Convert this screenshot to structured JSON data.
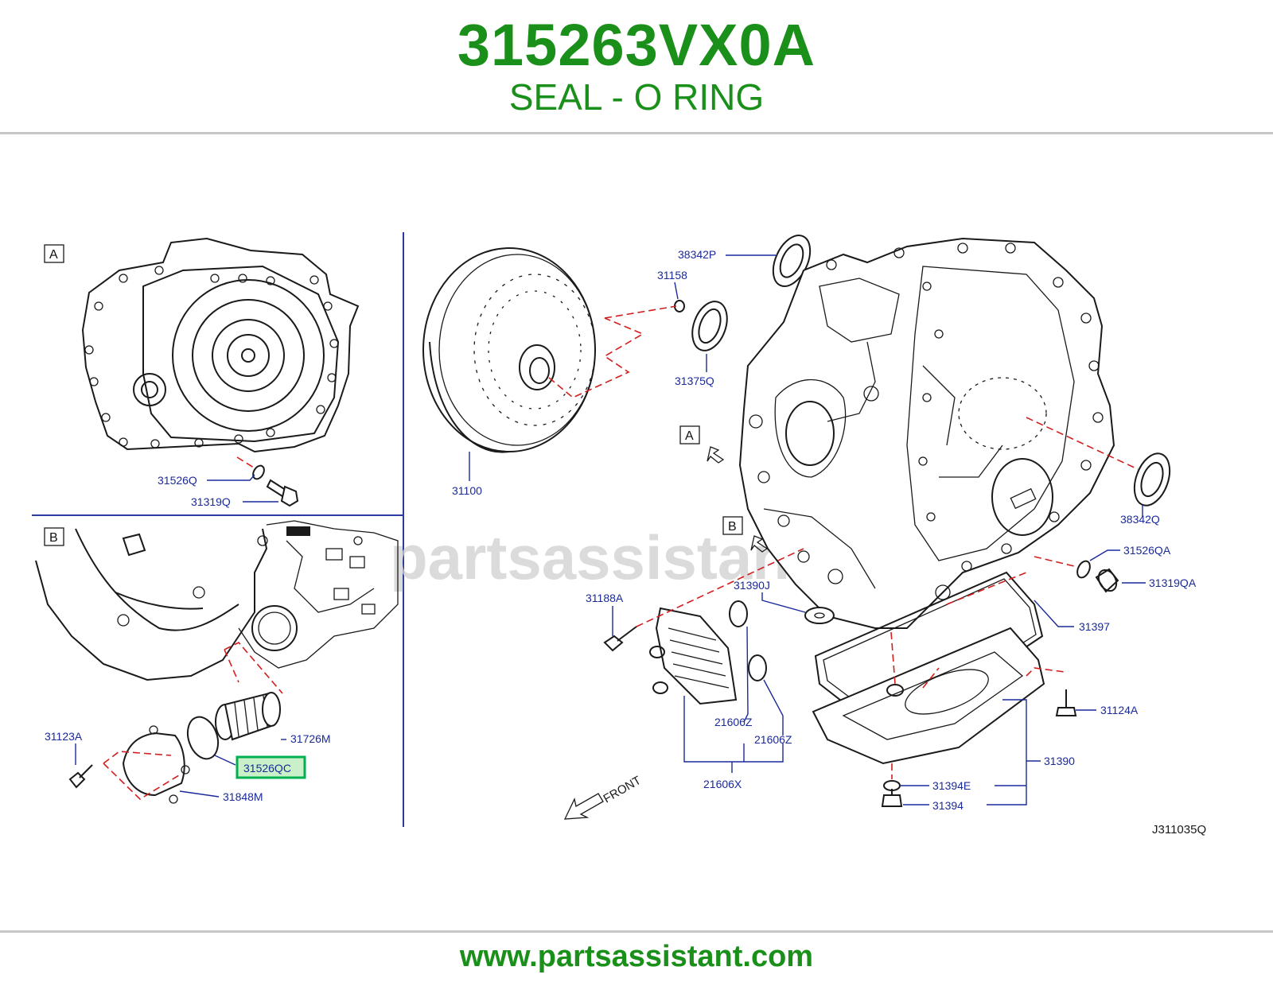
{
  "header": {
    "part_number": "315263VX0A",
    "part_name": "SEAL - O RING"
  },
  "footer": {
    "url": "www.partsassistant.com"
  },
  "watermark": "partsassistant.com",
  "colors": {
    "brand_green": "#1a8f1a",
    "callout_blue": "#1a2a9a",
    "highlight_green": "#00b050",
    "guide_red": "#d21e1e"
  },
  "diagram": {
    "code": "J311035Q",
    "views": {
      "a": "A",
      "b": "B"
    },
    "front_label": "FRONT",
    "highlighted_part": "31526QC",
    "callouts": {
      "p31526Q": "31526Q",
      "p31319Q": "31319Q",
      "p31123A": "31123A",
      "p31726M": "31726M",
      "p31526QC": "31526QC",
      "p31848M": "31848M",
      "p31100": "31100",
      "p38342P": "38342P",
      "p31158": "31158",
      "p31375Q": "31375Q",
      "p38342Q": "38342Q",
      "p31526QA": "31526QA",
      "p31319QA": "31319QA",
      "p31188A": "31188A",
      "p31390J": "31390J",
      "p31397": "31397",
      "p31124A": "31124A",
      "p21606Z_1": "21606Z",
      "p21606Z_2": "21606Z",
      "p21606X": "21606X",
      "p31390": "31390",
      "p31394E": "31394E",
      "p31394": "31394"
    }
  }
}
